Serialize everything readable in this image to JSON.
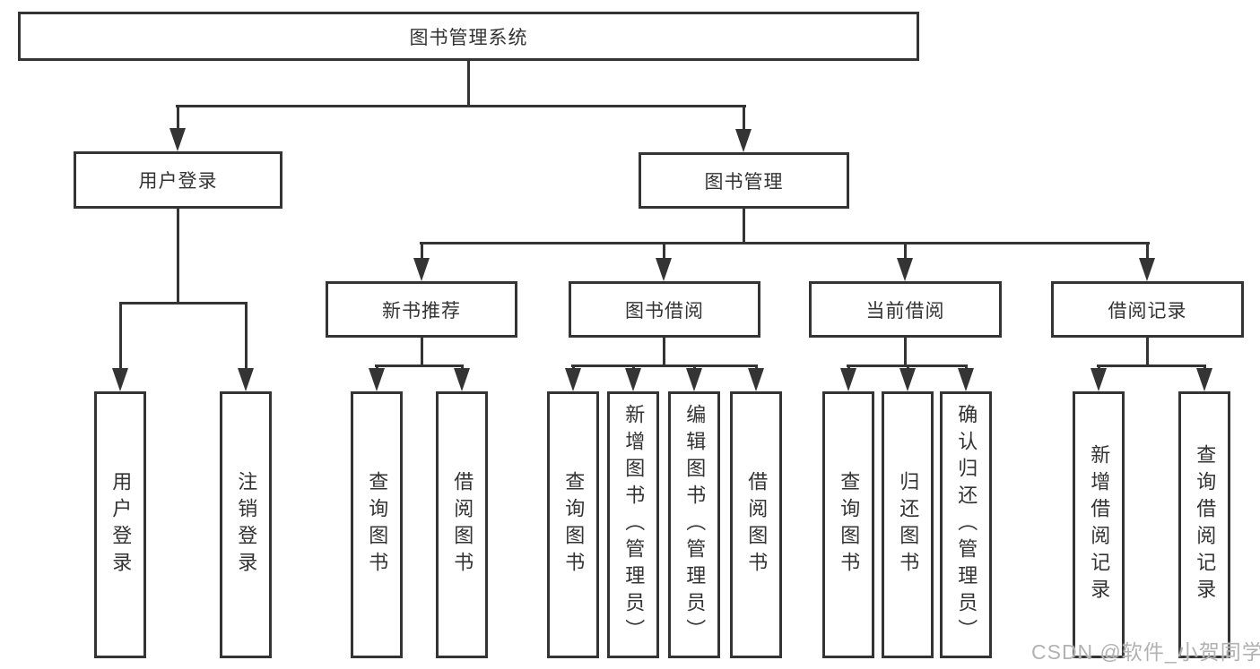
{
  "palette": {
    "line_color": "#343434",
    "text_color": "#333333",
    "box_fill": "#ffffff",
    "background": "#ffffff",
    "watermark_color": "#b2b2b2"
  },
  "tree": {
    "root_label": "图书管理系统",
    "branches": [
      {
        "label": "用户登录",
        "leaves": [
          "用户登录",
          "注销登录"
        ]
      },
      {
        "label": "图书管理",
        "groups": [
          {
            "label": "新书推荐",
            "leaves": [
              "查询图书",
              "借阅图书"
            ]
          },
          {
            "label": "图书借阅",
            "leaves": [
              "查询图书",
              "新增图书（管理员）",
              "编辑图书（管理员）",
              "借阅图书"
            ]
          },
          {
            "label": "当前借阅",
            "leaves": [
              "查询图书",
              "归还图书",
              "确认归还（管理员）"
            ]
          },
          {
            "label": "借阅记录",
            "leaves": [
              "新增借阅记录",
              "查询借阅记录"
            ]
          }
        ]
      }
    ]
  },
  "watermark": {
    "text": "CSDN @软件_小贺同学"
  }
}
